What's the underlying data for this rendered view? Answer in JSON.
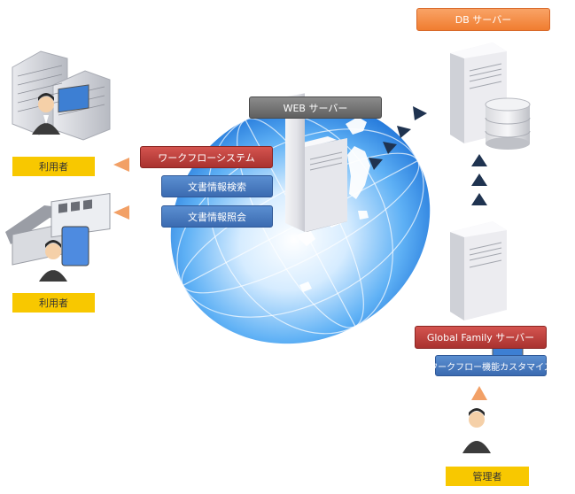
{
  "labels": {
    "db_server": "DB サーバー",
    "web_server": "WEB サーバー",
    "workflow_system": "ワークフローシステム",
    "document_search": "文書情報検索",
    "document_inquiry": "文書情報照会",
    "global_family_server": "Global Family サーバー",
    "workflow_customize": "ワークフロー機能カスタマイズ",
    "user_top": "利用者",
    "user_bottom": "利用者",
    "admin": "管理者"
  },
  "colors": {
    "gray": "#6f6f6f",
    "red": "#b8403c",
    "blue": "#4a7cc0",
    "orange": "#f4893f",
    "yellow": "#f8c800",
    "arrow_navy": "#1f3350",
    "arrow_orange": "#f2a066"
  }
}
